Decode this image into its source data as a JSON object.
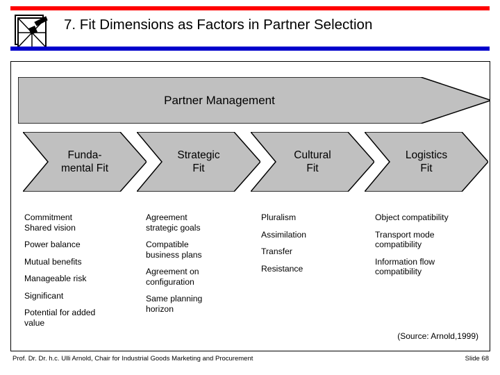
{
  "header": {
    "title": "7. Fit Dimensions as Factors in Partner Selection",
    "logo_icon": "geometry-pen-logo-icon",
    "rule_top_color": "#FF0000",
    "rule_bottom_color": "#0000CC"
  },
  "diagram": {
    "banner": {
      "label": "Partner Management",
      "fill": "#C0C0C0",
      "stroke": "#000000"
    },
    "chevrons": [
      {
        "label": "Funda-\nmental Fit",
        "line1": "Funda-",
        "line2": "mental Fit"
      },
      {
        "label": "Strategic\nFit",
        "line1": "Strategic",
        "line2": "Fit"
      },
      {
        "label": "Cultural\nFit",
        "line1": "Cultural",
        "line2": "Fit"
      },
      {
        "label": "Logistics\nFit",
        "line1": "Logistics",
        "line2": "Fit"
      }
    ],
    "columns": [
      {
        "heading": "Funda-mental Fit",
        "items": [
          "Commitment\nShared vision",
          "Power balance",
          "Mutual benefits",
          "Manageable risk",
          "Significant",
          "Potential for added\nvalue"
        ]
      },
      {
        "heading": "Strategic Fit",
        "items": [
          "Agreement\nstrategic goals",
          "Compatible\nbusiness plans",
          "Agreement on\nconfiguration",
          "Same planning\nhorizon"
        ]
      },
      {
        "heading": "Cultural Fit",
        "items": [
          "Pluralism",
          "Assimilation",
          "Transfer",
          "Resistance"
        ]
      },
      {
        "heading": "Logistics Fit",
        "items": [
          "Object compatibility",
          "Transport mode\ncompatibility",
          "Information flow\ncompatibility"
        ]
      }
    ],
    "source_note": "(Source: Arnold,1999)"
  },
  "footer": {
    "author": "Prof. Dr. Dr. h.c. Ulli Arnold, Chair for Industrial Goods Marketing and Procurement",
    "slide_number": "Slide 68"
  }
}
